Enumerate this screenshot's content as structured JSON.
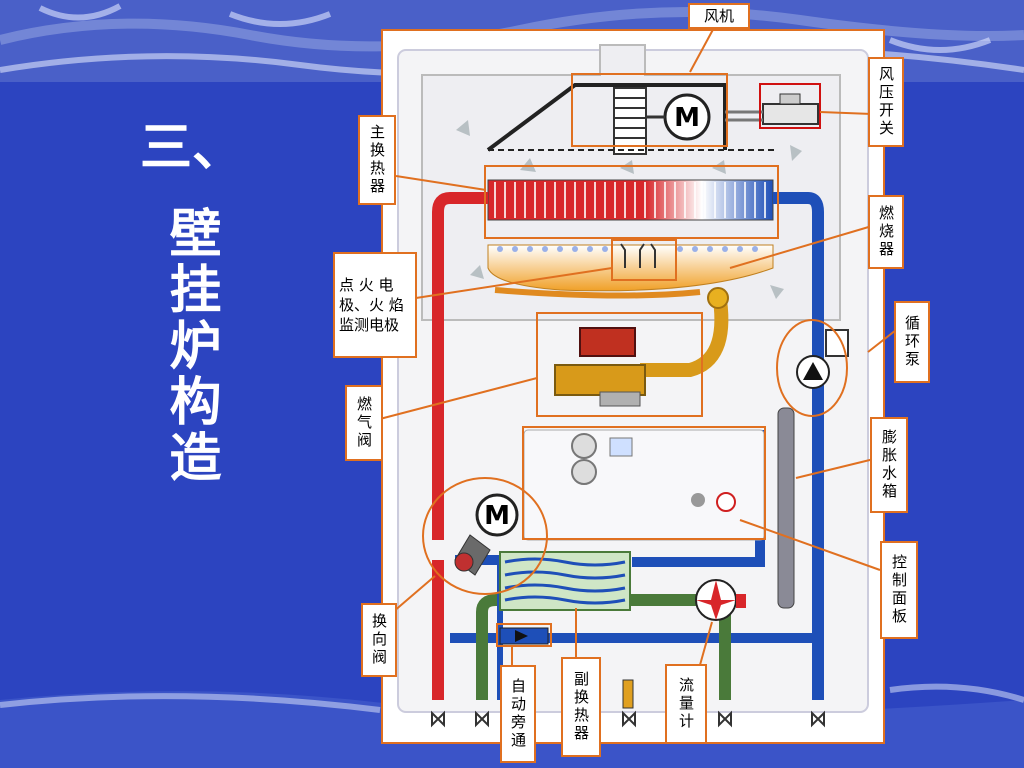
{
  "title": {
    "line1": "三、",
    "line2": "壁挂炉构造"
  },
  "labels": {
    "fan": "风机",
    "air_pressure_switch": "风压开关",
    "main_heat_exchanger": "主换热器",
    "burner": "燃烧器",
    "ignition_electrode": "点 火 电极、火 焰 监测电极",
    "circulation_pump": "循环泵",
    "gas_valve": "燃气阀",
    "expansion_tank": "膨胀水箱",
    "control_panel": "控制面板",
    "diverter_valve": "换向阀",
    "auto_bypass": "自动旁通",
    "secondary_heat_exchanger": "副换热器",
    "flow_meter": "流量计"
  },
  "icons": {
    "motor_top": "M",
    "motor_bottom": "M"
  },
  "colors": {
    "background": "#2c44c0",
    "label_border": "#e07020",
    "hot_pipe": "#d8262a",
    "cold_pipe": "#1e4fb8",
    "domestic_pipe": "#4a7a3a",
    "burner_flame": "#f0a028",
    "gas_valve": "#d89a1a"
  }
}
